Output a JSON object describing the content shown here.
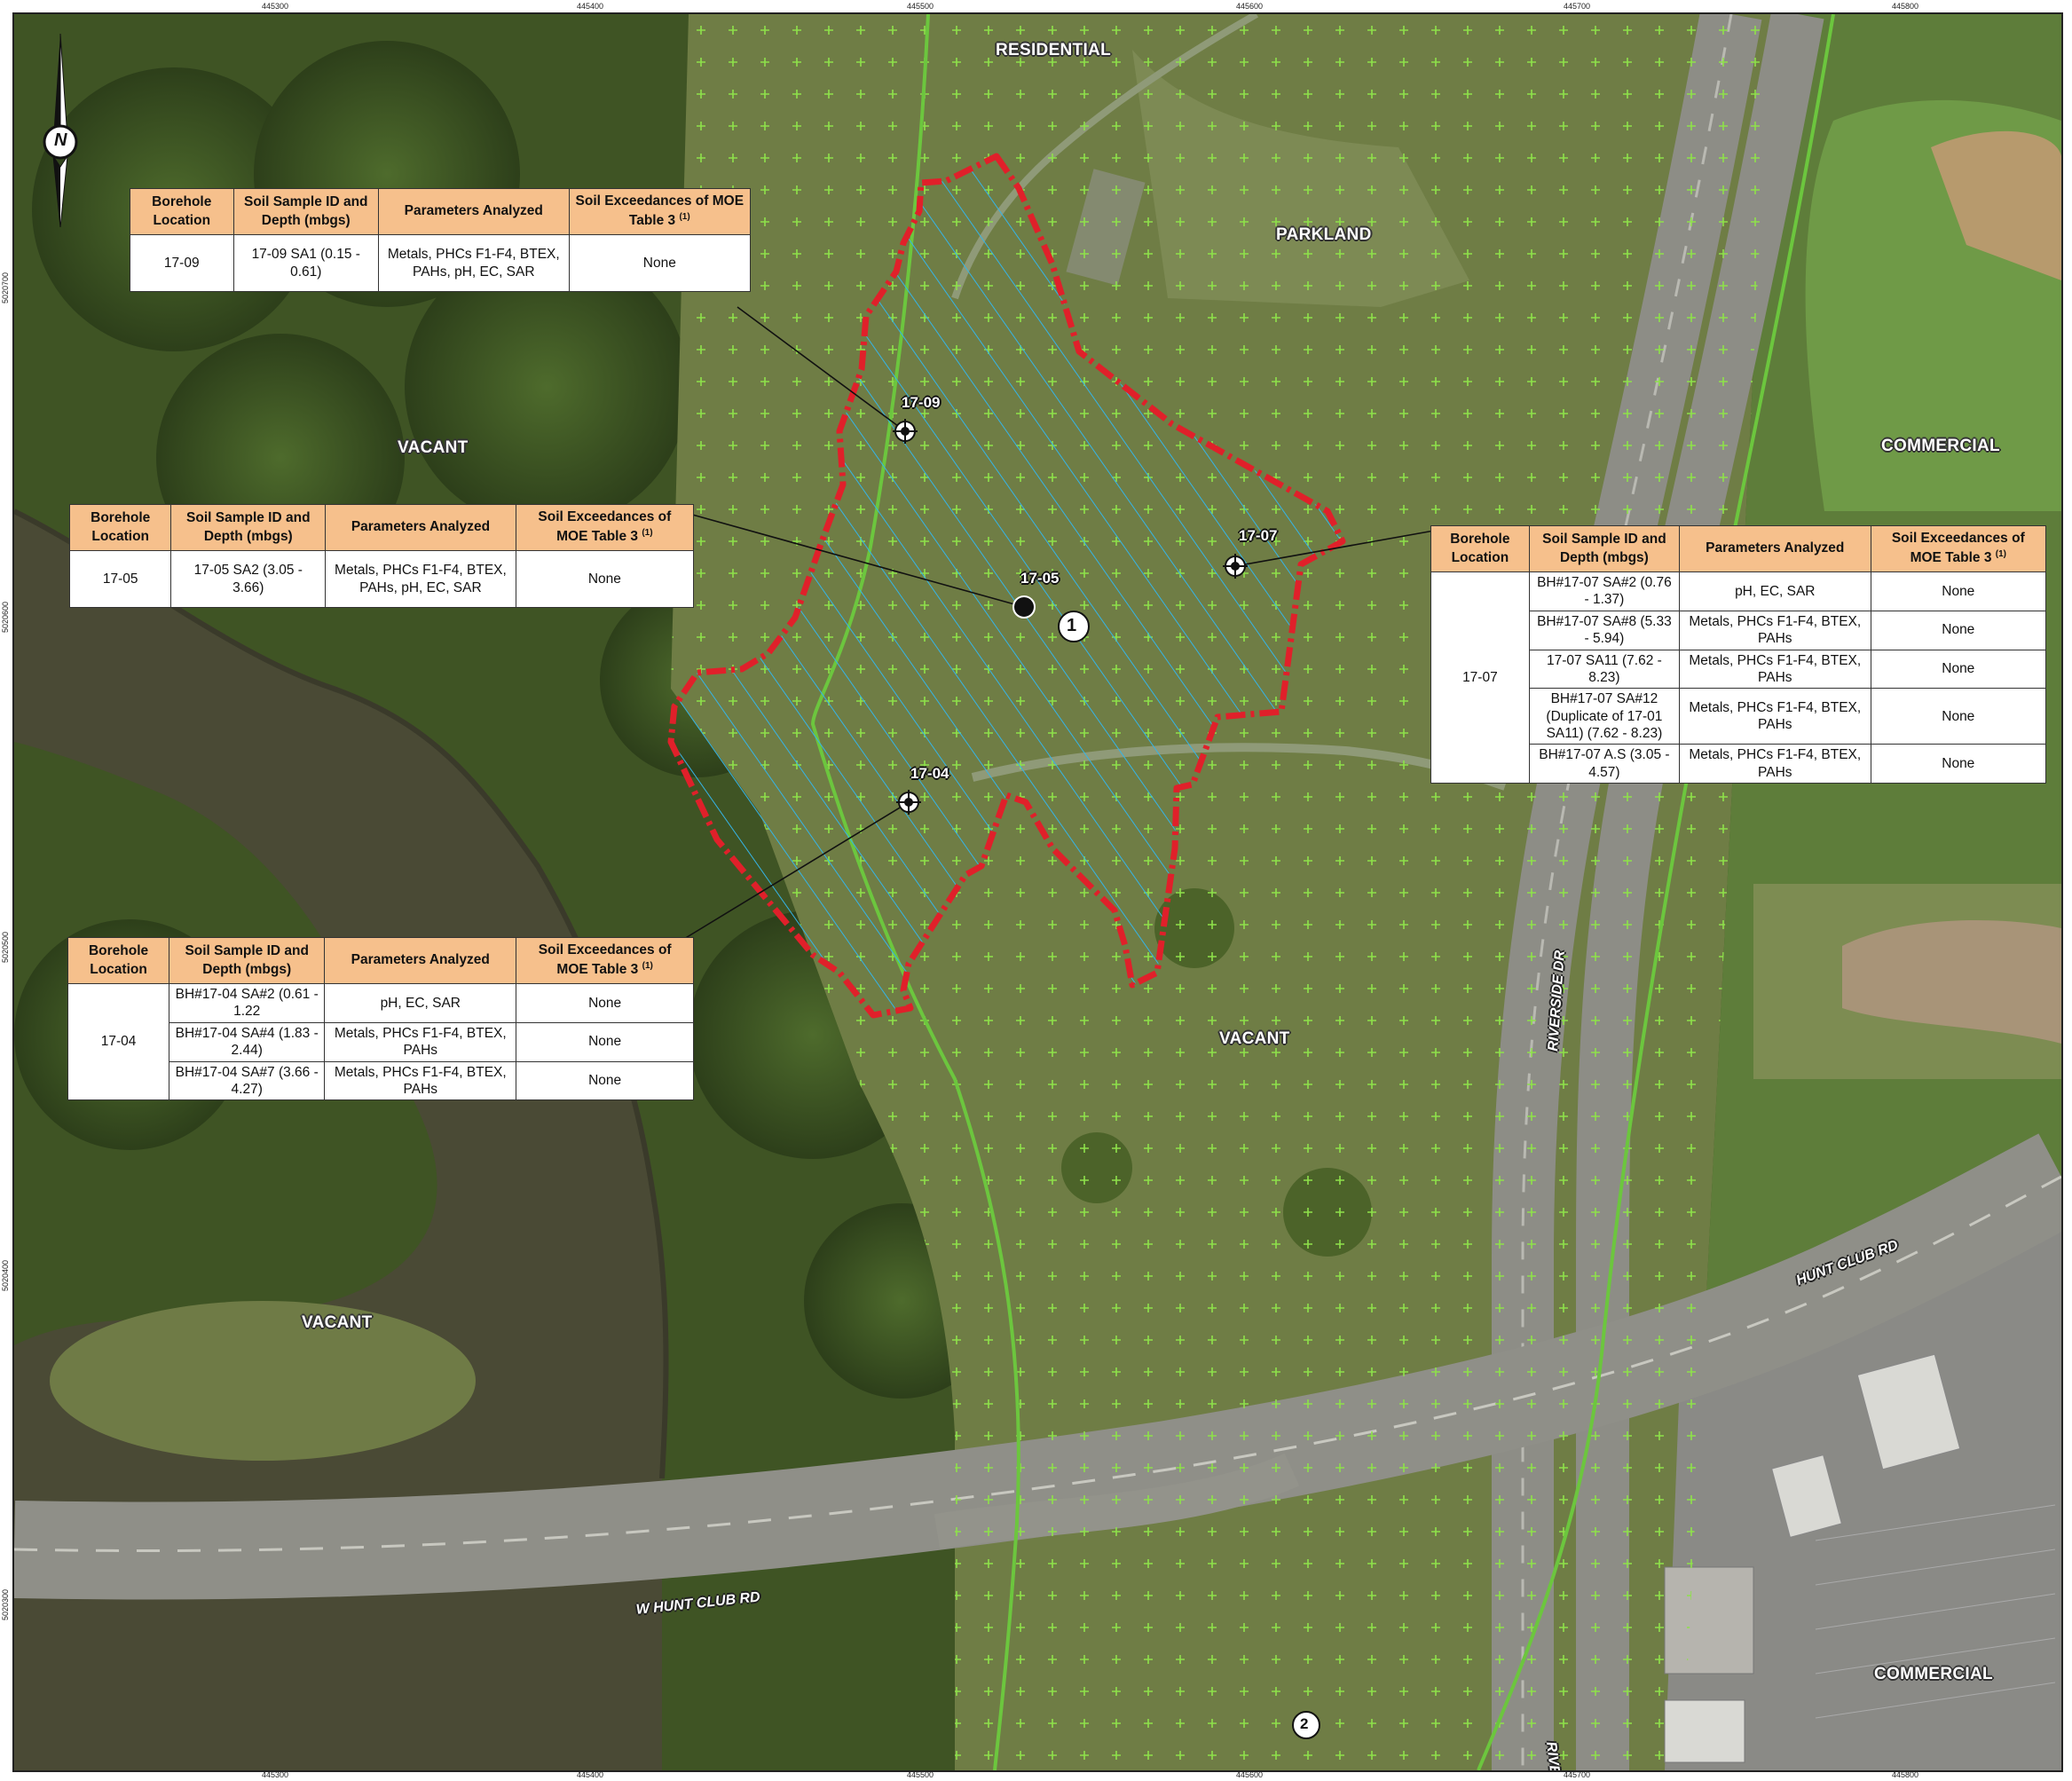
{
  "map": {
    "easting_ticks": [
      "445300",
      "445400",
      "445500",
      "445600",
      "445700",
      "445800"
    ],
    "northing_ticks": [
      "5020700",
      "5020600",
      "5020500",
      "5020400",
      "5020300"
    ],
    "north_arrow_letter": "N",
    "land_use": {
      "residential": "RESIDENTIAL",
      "parkland": "PARKLAND",
      "vacant_nw": "VACANT",
      "commercial_e": "COMMERCIAL",
      "vacant_center": "VACANT",
      "vacant_sw": "VACANT",
      "commercial_se": "COMMERCIAL"
    },
    "roads": {
      "hunt_club_e": "HUNT CLUB RD",
      "w_hunt_club": "W HUNT CLUB RD",
      "riverside_n": "RIVERSIDE DR",
      "riverside_s": "RIVERSIDE DR"
    },
    "boreholes": {
      "bh0909": "17-09",
      "bh0705": "17-05",
      "bh0707": "17-07",
      "bh0704": "17-04"
    },
    "area_labels": {
      "area1": "1",
      "area2": "2"
    },
    "colors": {
      "boundary": "#e0202a",
      "hatch": "#35b4e6",
      "green_line": "#6cc63e",
      "grid_plus": "#8ee14a",
      "table_header": "#f6c08c"
    }
  },
  "tables": {
    "headers": {
      "location": "Borehole Location",
      "sample": "Soil Sample ID and Depth (mbgs)",
      "params": "Parameters Analyzed",
      "exceed": "Soil Exceedances of MOE Table 3",
      "exceed_note": "(1)"
    },
    "t0909": {
      "location": "17-09",
      "rows": [
        {
          "sample": "17-09 SA1 (0.15 - 0.61)",
          "params": "Metals, PHCs F1-F4, BTEX, PAHs, pH, EC, SAR",
          "exceed": "None"
        }
      ]
    },
    "t0705": {
      "location": "17-05",
      "rows": [
        {
          "sample": "17-05 SA2 (3.05 - 3.66)",
          "params": "Metals, PHCs F1-F4, BTEX, PAHs, pH, EC, SAR",
          "exceed": "None"
        }
      ]
    },
    "t0707": {
      "location": "17-07",
      "rows": [
        {
          "sample": "BH#17-07 SA#2 (0.76 - 1.37)",
          "params": "pH, EC, SAR",
          "exceed": "None"
        },
        {
          "sample": "BH#17-07 SA#8 (5.33 - 5.94)",
          "params": "Metals, PHCs F1-F4, BTEX, PAHs",
          "exceed": "None"
        },
        {
          "sample": "17-07 SA11 (7.62 - 8.23)",
          "params": "Metals, PHCs F1-F4, BTEX, PAHs",
          "exceed": "None"
        },
        {
          "sample": "BH#17-07 SA#12 (Duplicate of 17-01 SA11) (7.62 - 8.23)",
          "params": "Metals, PHCs F1-F4, BTEX, PAHs",
          "exceed": "None"
        },
        {
          "sample": "BH#17-07 A.S (3.05 - 4.57)",
          "params": "Metals, PHCs F1-F4, BTEX, PAHs",
          "exceed": "None"
        }
      ]
    },
    "t0704": {
      "location": "17-04",
      "rows": [
        {
          "sample": "BH#17-04 SA#2 (0.61 - 1.22",
          "params": "pH, EC, SAR",
          "exceed": "None"
        },
        {
          "sample": "BH#17-04 SA#4 (1.83 - 2.44)",
          "params": "Metals, PHCs F1-F4, BTEX, PAHs",
          "exceed": "None"
        },
        {
          "sample": "BH#17-04 SA#7 (3.66 - 4.27)",
          "params": "Metals, PHCs F1-F4, BTEX, PAHs",
          "exceed": "None"
        }
      ]
    }
  }
}
